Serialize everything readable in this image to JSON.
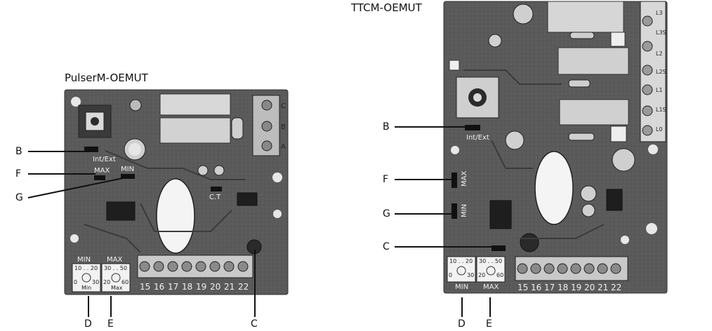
{
  "left_board": {
    "title": "PulserM-OEMUT",
    "callouts": [
      "B",
      "F",
      "G",
      "D",
      "E",
      "C"
    ],
    "silk": {
      "int_ext": "Int/Ext",
      "max": "MAX",
      "min": "MIN",
      "ct": "C.T",
      "relay_labels": [
        "C",
        "B",
        "A"
      ]
    },
    "dial_min": {
      "caption": "MIN",
      "scale_top": "10 . . 20",
      "scale_bottom_left": "0",
      "scale_bottom_right": "30",
      "label": "Min"
    },
    "dial_max": {
      "caption": "MAX",
      "scale_top": "30 . . 50",
      "scale_bottom_left": "20",
      "scale_bottom_right": "60",
      "label": "Max"
    },
    "terminals": [
      "15",
      "16",
      "17",
      "18",
      "19",
      "20",
      "21",
      "22"
    ]
  },
  "right_board": {
    "title": "TTCM-OEMUT",
    "callouts": [
      "B",
      "F",
      "G",
      "C",
      "D",
      "E"
    ],
    "silk": {
      "int_ext": "Int/Ext",
      "max": "MAX",
      "min": "MIN",
      "relay_labels": [
        "L3",
        "L3S",
        "L2",
        "L2S",
        "L1",
        "L1S",
        "L0"
      ]
    },
    "dial_min": {
      "caption": "MIN",
      "scale_top": "10 . . 20",
      "scale_bottom_left": "0",
      "scale_bottom_right": "30"
    },
    "dial_max": {
      "caption": "MAX",
      "scale_top": "30 . . 50",
      "scale_bottom_left": "20",
      "scale_bottom_right": "60"
    },
    "terminals": [
      "15",
      "16",
      "17",
      "18",
      "19",
      "20",
      "21",
      "22"
    ]
  }
}
